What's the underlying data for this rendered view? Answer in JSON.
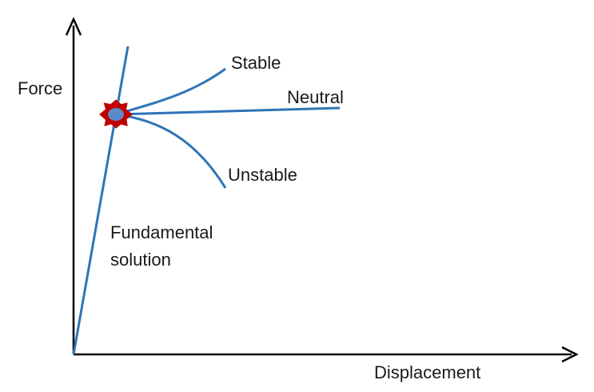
{
  "diagram": {
    "axes": {
      "y_label": "Force",
      "x_label": "Displacement"
    },
    "curves": {
      "stable": "Stable",
      "neutral": "Neutral",
      "unstable": "Unstable"
    },
    "fundamental": {
      "line1": "Fundamental",
      "line2": "solution"
    },
    "colors": {
      "axis": "#000000",
      "curve": "#2e75b6",
      "marker_outer": "#c00000",
      "marker_inner": "#5b8ac7"
    }
  }
}
